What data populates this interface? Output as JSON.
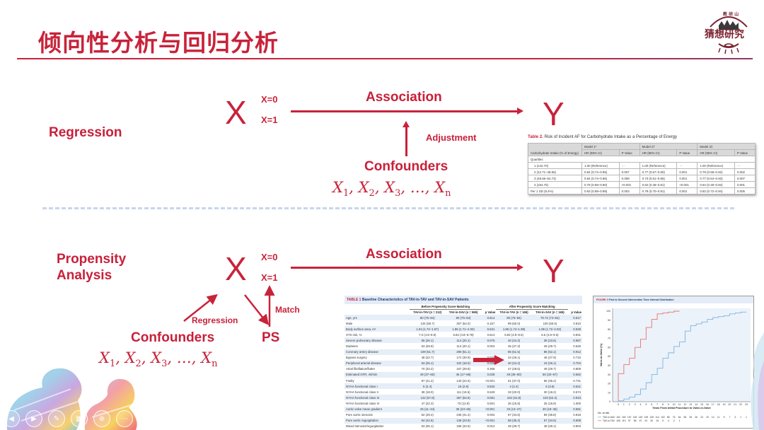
{
  "slide": {
    "title": "倾向性分析与回归分析",
    "accent_color": "#c8233b"
  },
  "regression_diagram": {
    "label": "Regression",
    "x": "X",
    "x0": "X=0",
    "x1": "X=1",
    "association": "Association",
    "y": "Y",
    "adjustment": "Adjustment",
    "confounders": "Confounders",
    "vars": [
      "X",
      "1",
      "X",
      "2",
      "X",
      "3",
      "…",
      "X",
      "n"
    ]
  },
  "propensity_diagram": {
    "label_line1": "Propensity",
    "label_line2": "Analysis",
    "x": "X",
    "x0": "X=0",
    "x1": "X=1",
    "association": "Association",
    "y": "Y",
    "regression": "Regression",
    "match": "Match",
    "ps": "PS",
    "confounders": "Confounders"
  },
  "table2": {
    "caption_tag": "Table 2.",
    "caption": "Risk of Incident AF for Carbohydrate Intake as a Percentage of Energy",
    "models": [
      "Model 1*",
      "Model 2†",
      "Model 3‡"
    ],
    "col_first": "Carbohydrate Intake (% of Energy)",
    "col_hr": "HR (95% CI)",
    "col_p": "P Value",
    "section": "Quartiles",
    "rows": [
      [
        "1 (≤42.70)",
        "1.00 (Reference)",
        "···",
        "1.00 (Reference)",
        "···",
        "1.00 (Reference)",
        "···"
      ],
      [
        "2 (42.71–48.55)",
        "0.84 (0.74–0.95)",
        "0.007",
        "0.77 (0.67–0.90)",
        "0.001",
        "0.79 (0.68–0.92)",
        "0.002"
      ],
      [
        "3 (48.56–54.74)",
        "0.84 (0.74–0.96)",
        "0.008",
        "0.73 (0.61–0.86)",
        "0.001",
        "0.77 (0.64–0.93)",
        "0.007"
      ],
      [
        "4 (≥54.75)",
        "0.79 (0.69–0.90)",
        "<0.001",
        "0.62 (0.48–0.81)",
        "<0.001",
        "0.64 (0.49–0.84)",
        "0.001"
      ],
      [
        "Per 1 SD (8.4%)",
        "0.93 (0.89–0.98)",
        "0.003",
        "0.79 (0.70–0.91)",
        "0.001",
        "0.82 (0.72–0.94)",
        "0.005"
      ]
    ]
  },
  "table1": {
    "caption_tag": "TABLE 1",
    "caption": "Baseline Characteristics of TAV-in-TAV and TAV-in-SAV Patients",
    "group_before": "Before Propensity Score Matching",
    "group_after": "After Propensity Score Matching",
    "cols": [
      "TAV-in-TAV (n = 212)",
      "TAV-in-SAV (n = 595)",
      "p Value",
      "TAV-in-TAV (n = 165)",
      "TAV-in-SAV (n = 165)",
      "p Value"
    ],
    "rows": [
      [
        "Age, yrs",
        "80 (75–84)",
        "80 (75–84)",
        "0.614",
        "80 (75–84)",
        "79.72 (74–84)",
        "0.517"
      ],
      [
        "Male",
        "126 (59.7)",
        "307 (54.0)",
        "0.157",
        "99 (60.0)",
        "100 (60.6)",
        "0.910"
      ],
      [
        "Body surface area, m²",
        "1.84 (1.72–1.97)",
        "1.85 (1.71–2.00)",
        "0.631",
        "1.85 (1.74–1.98)",
        "1.86 (1.72–2.02)",
        "0.529"
      ],
      [
        "STS risk, %",
        "7.0 (4.8–9.9)",
        "6.82 (4.8–9.79)",
        "0.613",
        "6.83 (4.8–9.5)",
        "6.5 (4.8–9.6)",
        "0.931"
      ],
      [
        "Severe pulmonary disease",
        "55 (26.1)",
        "114 (20.1)",
        "0.075",
        "40 (24.2)",
        "39 (23.6)",
        "0.897"
      ],
      [
        "Diabetes",
        "63 (29.9)",
        "114 (20.1)",
        "0.004",
        "45 (27.3)",
        "49 (29.7)",
        "0.626"
      ],
      [
        "Coronary artery disease",
        "109 (51.7)",
        "290 (51.1)",
        "",
        "85 (51.5)",
        "86 (52.1)",
        "0.912"
      ],
      [
        "Bypass surgery",
        "48 (22.7)",
        "172 (30.9)",
        "0.025",
        "43 (26.1)",
        "46 (27.9)",
        "0.710"
      ],
      [
        "Peripheral arterial disease",
        "53 (25.1)",
        "102 (18.0)",
        "0.026",
        "40 (24.2)",
        "43 (26.1)",
        "0.704"
      ],
      [
        "Atrial fibrillation/flutter",
        "70 (33.2)",
        "167 (29.8)",
        "0.368",
        "47 (28.5)",
        "49 (29.7)",
        "0.809"
      ],
      [
        "Estimated GFR, ml/min",
        "49 (37–60)",
        "46 (17–66)",
        "0.028",
        "49 (35–60)",
        "50 (32–67)",
        "0.662"
      ],
      [
        "Frailty",
        "87 (41.2)",
        "140 (24.6)",
        "<0.001",
        "61 (37.0)",
        "58 (35.2)",
        "0.731"
      ],
      [
        "NYHA functional class I",
        "5 (2.4)",
        "15 (2.6)",
        "0.832",
        "4 (2.4)",
        "6 (3.6)",
        "0.521"
      ],
      [
        "NYHA functional class II",
        "38 (18.0)",
        "111 (19.5)",
        "0.629",
        "33 (20.0)",
        "30 (18.2)",
        "0.674"
      ],
      [
        "NYHA functional class III",
        "122 (57.8)",
        "367 (64.6)",
        "0.081",
        "102 (61.8)",
        "103 (62.4)",
        "0.910"
      ],
      [
        "NYHA functional class IV",
        "47 (22.3)",
        "73 (12.9)",
        "0.001",
        "26 (15.8)",
        "26 (15.8)",
        "1.000"
      ],
      [
        "Aortic valve mean gradient",
        "25 (11–44)",
        "35 (23–45)",
        "<0.001",
        "33 (13–47)",
        "30 (18–45)",
        "0.591"
      ],
      [
        "Pure aortic stenosis",
        "62 (29.4)",
        "235 (41.4)",
        "0.002",
        "57 (34.5)",
        "59 (35.8)",
        "0.818"
      ],
      [
        "Pure aortic regurgitation",
        "94 (44.5)",
        "136 (23.9)",
        "<0.001",
        "58 (35.2)",
        "57 (34.5)",
        "0.908"
      ],
      [
        "Mixed stenosis/regurgitation",
        "53 (25.1)",
        "196 (34.5)",
        "0.012",
        "49 (29.7)",
        "48 (29.1)",
        "0.904"
      ]
    ]
  },
  "chart_data": {
    "type": "line",
    "title": "FIGURE 3 First to Second Intervention Time Interval Distribution",
    "xlabel": "Years From Initial Procedure to Valve-in-Valve",
    "ylabel": "Valve-in-Valve (%)",
    "x": [
      0,
      1,
      2,
      3,
      4,
      5,
      6,
      7,
      8,
      9,
      10,
      11,
      12,
      13,
      14,
      15,
      16,
      17,
      18,
      19,
      20,
      21,
      22,
      23
    ],
    "ylim": [
      0,
      100
    ],
    "yticks": [
      0,
      10,
      20,
      30,
      40,
      50,
      60,
      70,
      80,
      90,
      100
    ],
    "series": [
      {
        "name": "TAV-in-TAV",
        "color": "#e8746a",
        "values": [
          31,
          41,
          48,
          60,
          69,
          82,
          91,
          97,
          98,
          99,
          100,
          100
        ]
      },
      {
        "name": "TAV-in-SAV",
        "color": "#7fb4e0",
        "values": [
          1,
          3,
          5,
          8,
          14,
          21,
          30,
          37,
          48,
          54,
          61,
          66,
          78,
          84,
          86,
          88,
          91,
          93,
          94,
          95,
          97,
          98,
          99,
          99
        ]
      }
    ],
    "risk_table": {
      "title": "No. at risk",
      "rows": [
        {
          "name": "TAV-in-SAV",
          "values": [
            "162",
            "160",
            "157",
            "154",
            "149",
            "139",
            "128",
            "114",
            "102",
            "85",
            "75",
            "64",
            "56",
            "35",
            "26",
            "24",
            "19",
            "14",
            "11",
            "9",
            "7",
            "3",
            "1",
            "1"
          ]
        },
        {
          "name": "TAV-in-TAV",
          "values": [
            "165",
            "113",
            "97",
            "86",
            "67",
            "51",
            "30",
            "15",
            "5",
            "4",
            "2",
            "1"
          ]
        }
      ]
    },
    "grid": false,
    "legend_position": "bottom"
  },
  "slideshow_controls": [
    {
      "name": "previous",
      "glyph": "◀"
    },
    {
      "name": "play",
      "glyph": "▶"
    },
    {
      "name": "pen",
      "glyph": "✎"
    },
    {
      "name": "grid",
      "glyph": "▦"
    },
    {
      "name": "zoom",
      "glyph": "⊕"
    },
    {
      "name": "more",
      "glyph": "⋯"
    }
  ]
}
